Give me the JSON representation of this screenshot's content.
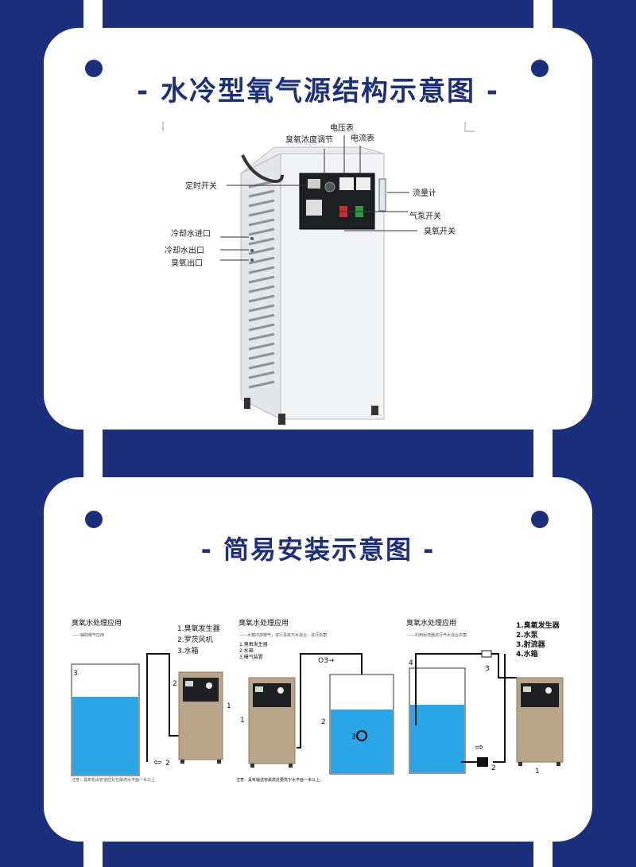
{
  "section1": {
    "title": "- 水冷型氧气源结构示意图 -",
    "labels": {
      "voltmeter": "电压表",
      "ozone_adjust": "臭氧浓度调节",
      "ammeter": "电流表",
      "timer_switch": "定时开关",
      "flowmeter": "流量计",
      "pump_switch": "气泵开关",
      "ozone_switch": "臭氧开关",
      "cooling_in": "冷却水进口",
      "cooling_out": "冷却水出口",
      "ozone_out": "臭氧出口"
    }
  },
  "section2": {
    "title": "- 简易安装示意图 -",
    "diagram_a": {
      "title": "臭氧水处理应用",
      "subtitle": "——辅助曝气应用",
      "legend": [
        "1.臭氧发生器",
        "2.罗茨风机",
        "3.水箱"
      ],
      "num1": "1",
      "num2": "2",
      "num3": "3",
      "note": "注意：臭氧机出管道应处在最高水平面一米以上"
    },
    "diagram_b": {
      "title": "臭氧水处理应用",
      "subtitle": "——水箱内部曝气，进行臭氧与水混合，进行杀菌",
      "legend": [
        "1.臭氧发生器",
        "2.水箱",
        "3.曝气装置"
      ],
      "o3": "O3→",
      "num1": "1",
      "num2": "2",
      "num3": "3",
      "note": "注意：臭氧输送管最高处要高于水平面一米以上。"
    },
    "diagram_c": {
      "title": "臭氧水处理应用",
      "subtitle": "——利用射流器进行气水混合杀菌",
      "legend": [
        "1.臭氧发生器",
        "2.水泵",
        "3.射流器",
        "4.水箱"
      ],
      "num1": "1",
      "num2": "2",
      "num3": "3",
      "num4": "4"
    }
  }
}
